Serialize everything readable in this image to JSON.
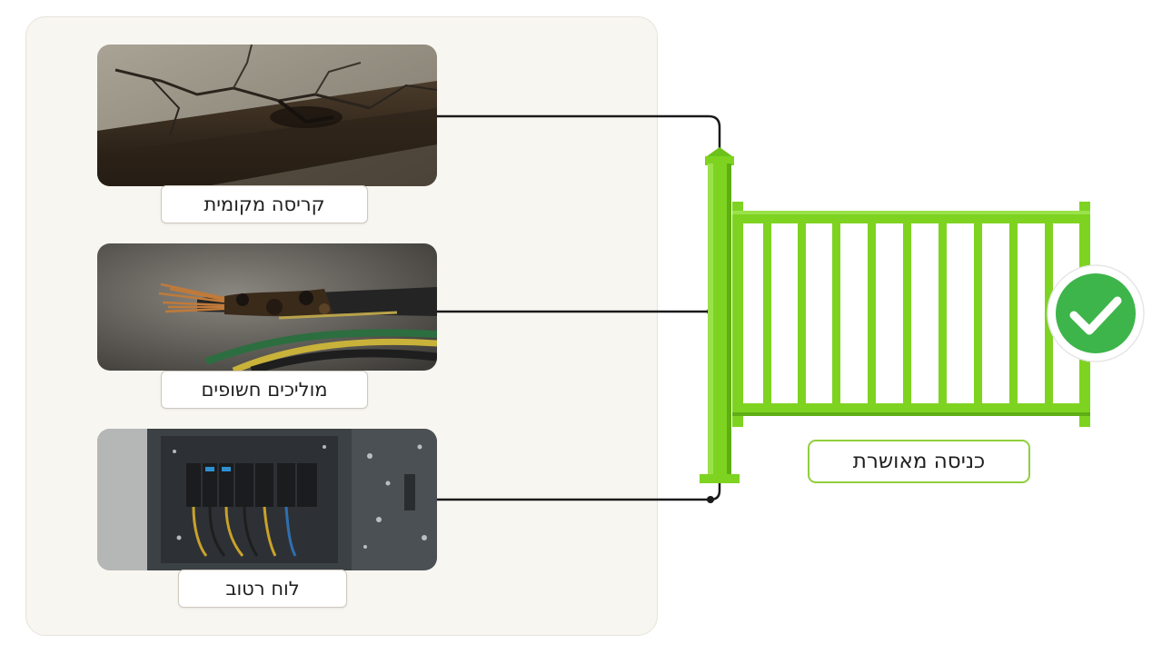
{
  "hazards": [
    {
      "label": "קריסה מקומית",
      "image": "cracked-concrete-beam"
    },
    {
      "label": "מוליכים חשופים",
      "image": "exposed-burnt-wires"
    },
    {
      "label": "לוח רטוב",
      "image": "wet-electrical-panel"
    }
  ],
  "gate": {
    "label": "כניסה מאושרת",
    "status_icon": "check-icon",
    "color": "#7ed321",
    "check_color": "#3db54a"
  }
}
